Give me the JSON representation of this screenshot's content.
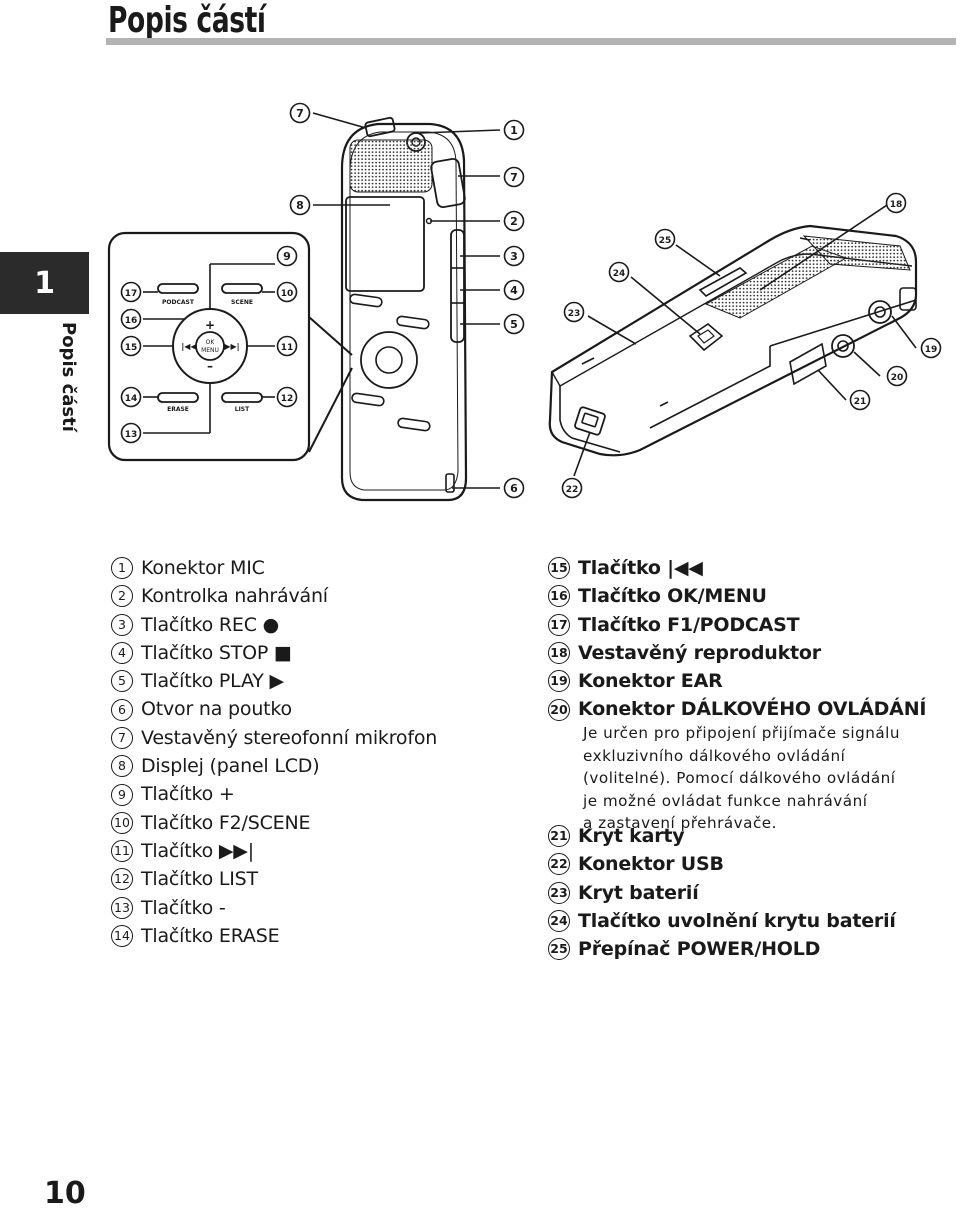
{
  "header": {
    "title": "Popis částí"
  },
  "sidebar": {
    "chapter_number": "1",
    "chapter_title": "Popis částí"
  },
  "footer": {
    "page_number": "10"
  },
  "diagram": {
    "callouts": [
      "1",
      "2",
      "3",
      "4",
      "5",
      "6",
      "7",
      "7",
      "8",
      "9",
      "10",
      "11",
      "12",
      "13",
      "14",
      "15",
      "16",
      "17",
      "18",
      "19",
      "20",
      "21",
      "22",
      "23",
      "24",
      "25"
    ],
    "button_labels": {
      "podcast": "PODCAST",
      "scene": "SCENE",
      "erase": "ERASE",
      "list": "LIST",
      "ok": "OK",
      "menu": "MENU",
      "plus": "+",
      "minus": "–"
    }
  },
  "parts_left": [
    {
      "num": "1",
      "label": "Konektor MIC"
    },
    {
      "num": "2",
      "label": "Kontrolka nahrávání"
    },
    {
      "num": "3",
      "label": "Tlačítko REC ●"
    },
    {
      "num": "4",
      "label": "Tlačítko STOP ■"
    },
    {
      "num": "5",
      "label": "Tlačítko PLAY ▶"
    },
    {
      "num": "6",
      "label": "Otvor na poutko"
    },
    {
      "num": "7",
      "label": "Vestavěný stereofonní mikrofon"
    },
    {
      "num": "8",
      "label": "Displej (panel LCD)"
    },
    {
      "num": "9",
      "label": "Tlačítko +"
    },
    {
      "num": "10",
      "label": "Tlačítko F2/SCENE"
    },
    {
      "num": "11",
      "label": "Tlačítko ▶▶|"
    },
    {
      "num": "12",
      "label": "Tlačítko LIST"
    },
    {
      "num": "13",
      "label": "Tlačítko -"
    },
    {
      "num": "14",
      "label": "Tlačítko ERASE"
    }
  ],
  "parts_right": [
    {
      "num": "15",
      "label": "Tlačítko |◀◀"
    },
    {
      "num": "16",
      "label": "Tlačítko OK/MENU"
    },
    {
      "num": "17",
      "label": "Tlačítko F1/PODCAST"
    },
    {
      "num": "18",
      "label": "Vestavěný reproduktor"
    },
    {
      "num": "19",
      "label": "Konektor EAR"
    },
    {
      "num": "20",
      "label": "Konektor DÁLKOVÉHO OVLÁDÁNÍ"
    }
  ],
  "remote_description": [
    "Je určen pro připojení přijímače signálu",
    "exkluzivního dálkového ovládání",
    "(volitelné). Pomocí dálkového ovládání",
    "je možné ovládat funkce nahrávání",
    "a zastavení přehrávače."
  ],
  "parts_right_2": [
    {
      "num": "21",
      "label": "Kryt karty"
    },
    {
      "num": "22",
      "label": "Konektor USB"
    },
    {
      "num": "23",
      "label": "Kryt baterií"
    },
    {
      "num": "24",
      "label": "Tlačítko uvolnění krytu baterií"
    },
    {
      "num": "25",
      "label": "Přepínač POWER/HOLD"
    }
  ]
}
